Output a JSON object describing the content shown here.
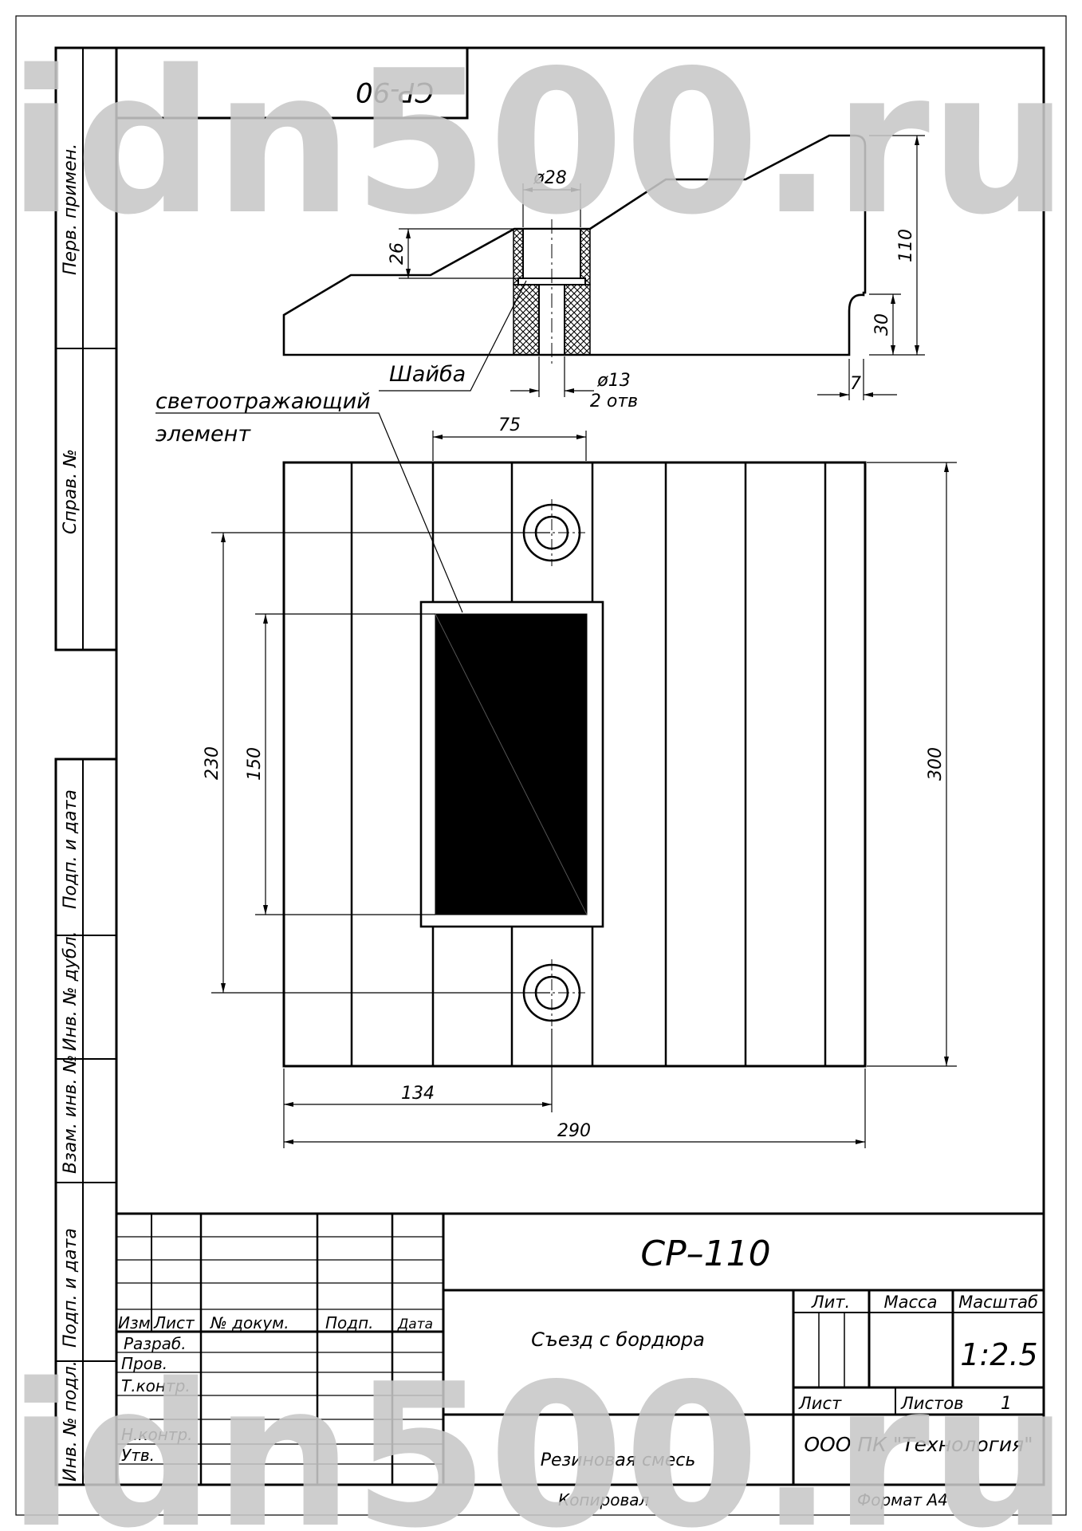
{
  "watermark": {
    "text": "idn500.ru",
    "color": "#c8c8c8"
  },
  "corner_stamp": "CP-90",
  "side_strip": {
    "perv_primen": "Перв. примен.",
    "sprav_no": "Справ. №",
    "podp_data_1": "Подп. и дата",
    "inv_dubl": "Инв. № дубл.",
    "vzam_inv": "Взам. инв. №",
    "podp_data_2": "Подп. и дата",
    "inv_podl": "Инв. № подл."
  },
  "side_view": {
    "washer_label": "Шайба",
    "dims": {
      "bore_diameter": "ø28",
      "recess_depth": "26",
      "hole_diameter": "ø13",
      "hole_count": "2 отв",
      "height": "110",
      "foot_height": "30",
      "foot_width": "7"
    }
  },
  "plan_view": {
    "reflector_label_line1": "светоотражающий",
    "reflector_label_line2": "элемент",
    "dims": {
      "strip_width": "75",
      "hole_spacing": "230",
      "reflector_length": "150",
      "length": "300",
      "hole_offset": "134",
      "width": "290"
    }
  },
  "title_block": {
    "designation": "СР–110",
    "part_name": "Съезд с бордюра",
    "material": "Резиновая смесь",
    "company": "ООО ПК \"Технология\"",
    "scale": "1:2.5",
    "sheets_count": "1",
    "headers": {
      "izm": "Изм",
      "list": "Лист",
      "doc_no": "№ докум.",
      "podp": "Подп.",
      "data": "Дата",
      "lit": "Лит.",
      "massa": "Масса",
      "masshtab": "Масштаб",
      "sheet": "Лист",
      "sheets": "Листов"
    },
    "roles": {
      "razrab": "Разраб.",
      "prov": "Пров.",
      "tkontr": "Т.контр.",
      "nkontr": "Н.контр.",
      "utv": "Утв."
    }
  },
  "footer": {
    "copied": "Копировал",
    "format": "Формат  А4"
  }
}
